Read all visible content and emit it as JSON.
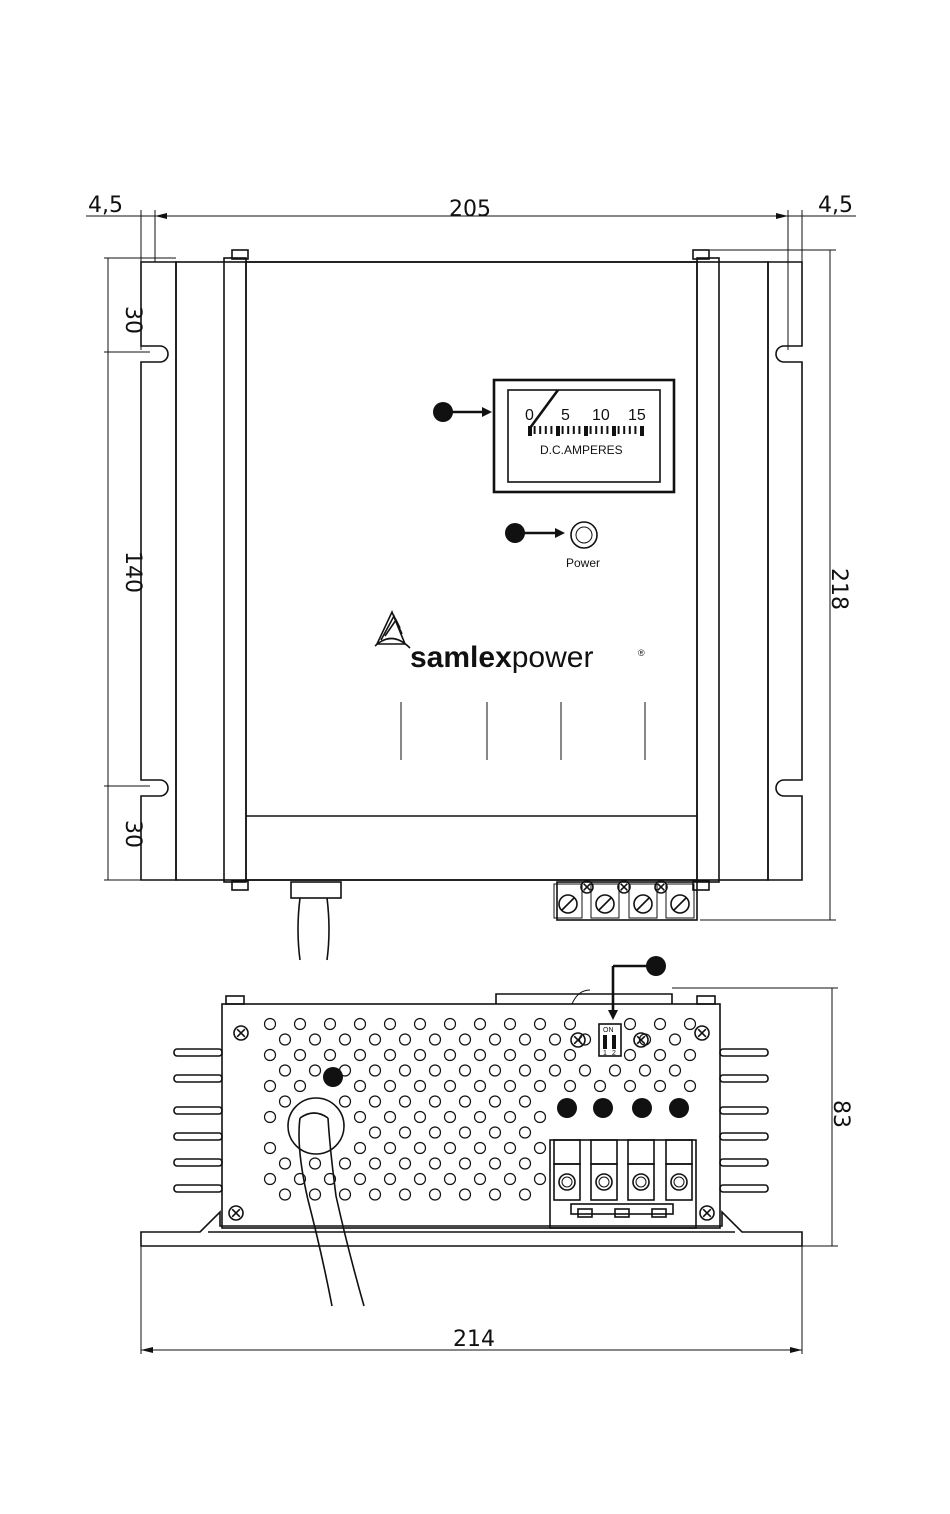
{
  "dimensions": {
    "top_left_margin": "4,5",
    "top_width": "205",
    "top_right_margin": "4,5",
    "left_top": "30",
    "left_middle": "140",
    "left_bottom": "30",
    "right_height": "218",
    "side_height": "83",
    "bottom_width": "214"
  },
  "meter": {
    "scale": [
      "0",
      "5",
      "10",
      "15"
    ],
    "unit_label": "D.C.AMPERES"
  },
  "power_label": "Power",
  "brand": {
    "bold": "samlex",
    "light": "power",
    "mark": "®"
  },
  "dip_switch": {
    "on_label": "ON",
    "positions": [
      "1",
      "2"
    ]
  },
  "icons": {
    "callout": "callout-dot-icon",
    "screw": "screw-icon",
    "logo": "samlex-logo-icon"
  }
}
